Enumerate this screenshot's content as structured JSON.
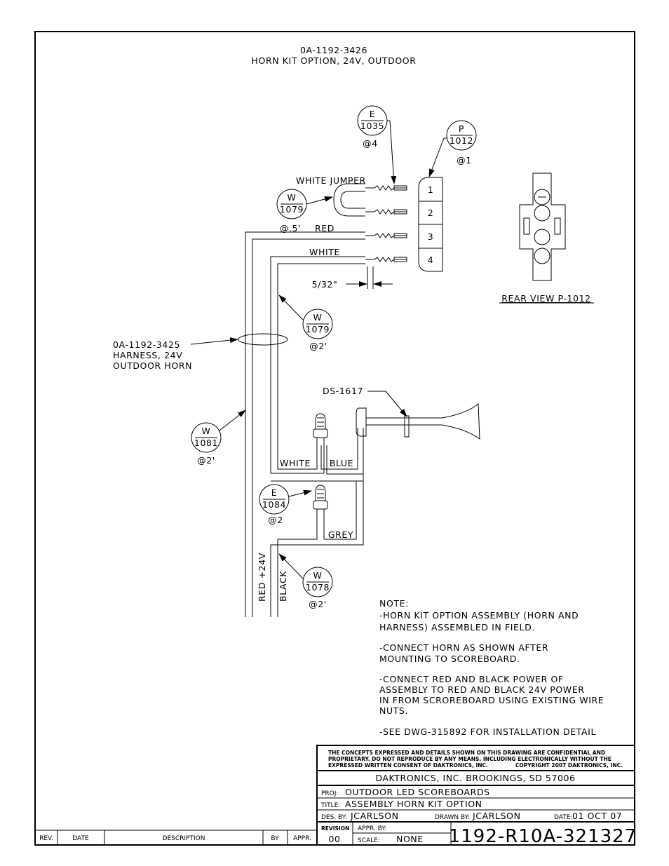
{
  "drawing": {
    "part_number": "0A-1192-3426",
    "title": "HORN KIT OPTION, 24V, OUTDOOR"
  },
  "callouts": [
    {
      "letter": "E",
      "number": "1035",
      "qty": "@4"
    },
    {
      "letter": "P",
      "number": "1012",
      "qty": "@1"
    },
    {
      "letter": "W",
      "number": "1079",
      "qty": "@.5'"
    },
    {
      "letter": "W",
      "number": "1079",
      "qty": "@2'"
    },
    {
      "letter": "W",
      "number": "1081",
      "qty": "@2'"
    },
    {
      "letter": "E",
      "number": "1084",
      "qty": "@2"
    },
    {
      "letter": "W",
      "number": "1078",
      "qty": "@2'"
    }
  ],
  "connector": {
    "pins": [
      "1",
      "2",
      "3",
      "4"
    ],
    "rear_view_label": "REAR VIEW P-1012",
    "dimension": "5/32\""
  },
  "wire_labels": {
    "white_jumper": "WHITE JUMPER",
    "red": "RED",
    "white_top": "WHITE",
    "white_bottom": "WHITE",
    "blue": "BLUE",
    "grey": "GREY",
    "red_24v": "RED +24V",
    "black": "BLACK"
  },
  "harness": {
    "line1": "0A-1192-3425",
    "line2": "HARNESS, 24V",
    "line3": "OUTDOOR HORN"
  },
  "horn_label": "DS-1617",
  "notes": [
    "NOTE:",
    "-HORN KIT OPTION ASSEMBLY (HORN AND",
    "HARNESS) ASSEMBLED IN FIELD.",
    "-CONNECT HORN AS SHOWN AFTER",
    "MOUNTING TO SCOREBOARD.",
    "-CONNECT RED AND BLACK POWER OF",
    "ASSEMBLY  TO RED AND BLACK 24V POWER",
    "IN FROM SCROREBOARD USING EXISTING WIRE",
    "NUTS.",
    "-SEE DWG-315892 FOR INSTALLATION DETAIL"
  ],
  "title_block": {
    "confidential1": "THE CONCEPTS  EXPRESSED  AND  DETAILS SHOWN ON THIS DRAWING ARE CONFIDENTIAL AND",
    "confidential2": "PROPRIETARY.  DO NOT REPRODUCE BY ANY MEANS, INCLUDING ELECTRONICALLY WITHOUT THE",
    "confidential3": "EXPRESSED WRITTEN CONSENT OF DAKTRONICS, INC.",
    "copyright": "COPYRIGHT 2007 DAKTRONICS, INC.",
    "company": "DAKTRONICS, INC.   BROOKINGS, SD  57006",
    "proj_label": "PROJ:",
    "proj": "OUTDOOR LED SCOREBOARDS",
    "title_label": "TITLE:",
    "title": "ASSEMBLY HORN KIT OPTION",
    "des_by_label": "DES. BY:",
    "des_by": "JCARLSON",
    "drawn_by_label": "DRAWN BY:",
    "drawn_by": "JCARLSON",
    "date_label": "DATE:",
    "date": "01  OCT  07",
    "revision_label": "REVISION",
    "revision": "00",
    "appr_by_label": "APPR. BY:",
    "scale_label": "SCALE:",
    "scale": "NONE",
    "drawing_number": "1192-R10A-321327"
  },
  "revision_table": {
    "rev": "REV.",
    "date": "DATE",
    "description": "DESCRIPTION",
    "by": "BY",
    "appr": "APPR."
  }
}
